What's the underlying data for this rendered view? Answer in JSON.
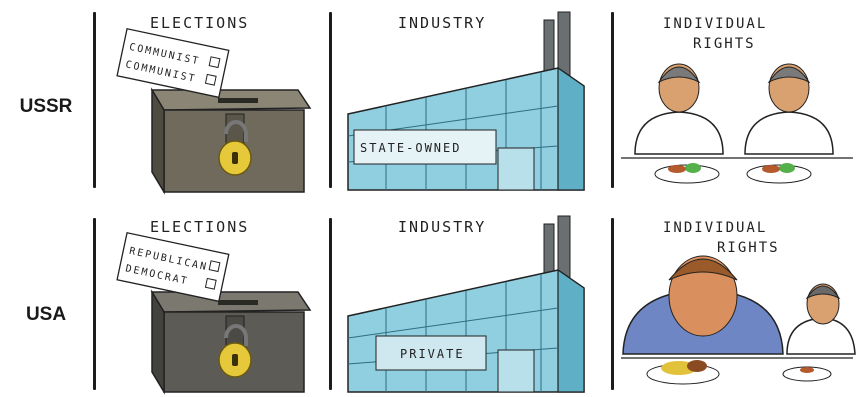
{
  "rows": [
    {
      "label": "USSR",
      "elections": {
        "title": "ELECTIONS",
        "ballot": [
          "COMMUNIST",
          "COMMUNIST"
        ]
      },
      "industry": {
        "title": "INDUSTRY",
        "sign": "STATE-OWNED"
      },
      "rights": {
        "title_line1": "INDIVIDUAL",
        "title_line2": "RIGHTS"
      }
    },
    {
      "label": "USA",
      "elections": {
        "title": "ELECTIONS",
        "ballot": [
          "REPUBLICAN",
          "DEMOCRAT"
        ]
      },
      "industry": {
        "title": "INDUSTRY",
        "sign": "PRIVATE"
      },
      "rights": {
        "title_line1": "INDIVIDUAL",
        "title_line2": "RIGHTS"
      }
    }
  ],
  "colors": {
    "box": "#6f6a5c",
    "box_dark": "#4f4b40",
    "lock": "#e6c93a",
    "glass": "#8fcfe0",
    "glass_dark": "#5fb0c6",
    "shirt": "#ffffff",
    "skin": "#d9a070",
    "big_shirt": "#6e86c4"
  }
}
